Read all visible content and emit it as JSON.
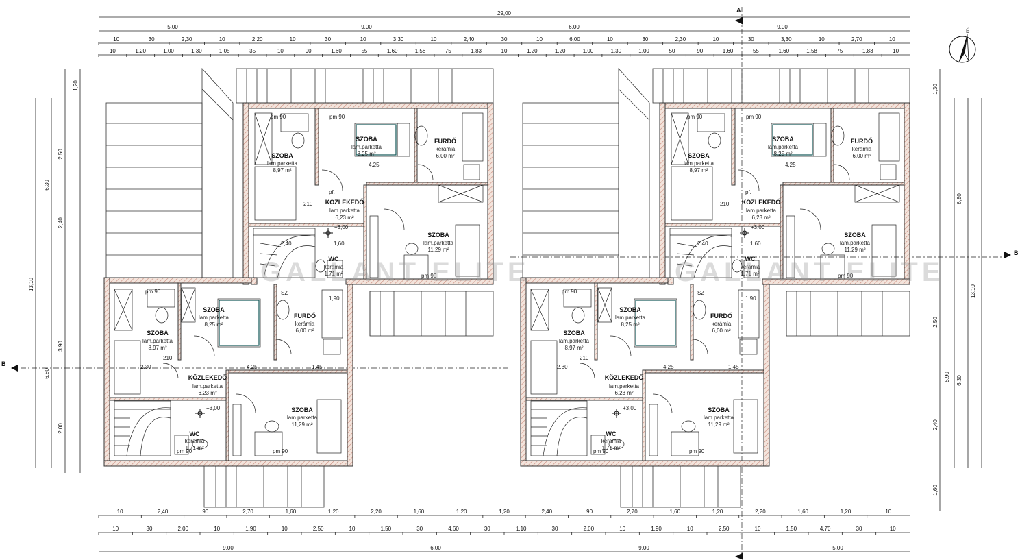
{
  "plan": {
    "total_width": "29,00",
    "section_a": "A",
    "section_b": "B",
    "north": "É",
    "watermark": "GALLANT ELITE",
    "top_segments": [
      "5,00",
      "9,00",
      "6,00",
      "9,00"
    ],
    "top_row2": [
      "10",
      "30",
      "2,30",
      "10",
      "2,20",
      "10",
      "30",
      "10",
      "3,30",
      "10",
      "2,40",
      "30",
      "10",
      "6,00",
      "10",
      "30",
      "2,30",
      "10",
      "30",
      "3,30",
      "10",
      "2,70",
      "10"
    ],
    "top_row3": [
      "10",
      "1,20",
      "1,00",
      "1,30",
      "1,05",
      "35",
      "10",
      "90",
      "1,60",
      "55",
      "1,60",
      "1,58",
      "75",
      "1,83",
      "10",
      "1,20",
      "1,20",
      "1,00",
      "1,30",
      "1,00",
      "50",
      "90",
      "1,60",
      "55",
      "1,60",
      "1,58",
      "75",
      "1,83",
      "10"
    ],
    "bottom_row1": [
      "10",
      "2,40",
      "90",
      "2,70",
      "1,60",
      "1,20",
      "2,20",
      "1,60",
      "1,20",
      "1,20",
      "2,40",
      "90",
      "2,70",
      "1,60",
      "1,20",
      "2,20",
      "1,60",
      "1,20",
      "10"
    ],
    "bottom_row2": [
      "10",
      "30",
      "2,00",
      "10",
      "1,90",
      "10",
      "2,50",
      "10",
      "1,50",
      "30",
      "4,60",
      "30",
      "1,10",
      "30",
      "2,00",
      "10",
      "1,90",
      "10",
      "2,50",
      "10",
      "1,50",
      "4,70",
      "30",
      "10"
    ],
    "bottom_segments": [
      "9,00",
      "6,00",
      "9,00",
      "5,00"
    ],
    "left_dims": [
      "13,10",
      "6,30",
      "6,80",
      "3,90",
      "2,50",
      "2,40",
      "2,00",
      "1,20"
    ],
    "right_dims": [
      "13,10",
      "6,80",
      "6,30",
      "5,90",
      "2,40",
      "2,50",
      "1,60",
      "1,30"
    ],
    "elevation": "+3,00",
    "rooms": {
      "szoba": "SZOBA",
      "furdo": "FÜRDŐ",
      "kozlekedo": "KÖZLEKEDŐ",
      "wc": "WC",
      "parketta": "lam.parketta",
      "keramia": "kerámia",
      "a897": "8,97 m²",
      "a825": "8,25 m²",
      "a600": "6,00 m²",
      "a623": "6,23 m²",
      "a1129": "11,29 m²",
      "a171": "1,71 m²"
    },
    "pm": "pm 90",
    "misc": {
      "pf": "pf.",
      "sz": "SZ",
      "d210": "210",
      "d90": "90",
      "d425": "4,25",
      "d160": "1,60",
      "d240": "2,40",
      "d330": "3,30",
      "d230": "2,30",
      "d145": "1,45",
      "d190": "1,90"
    }
  }
}
